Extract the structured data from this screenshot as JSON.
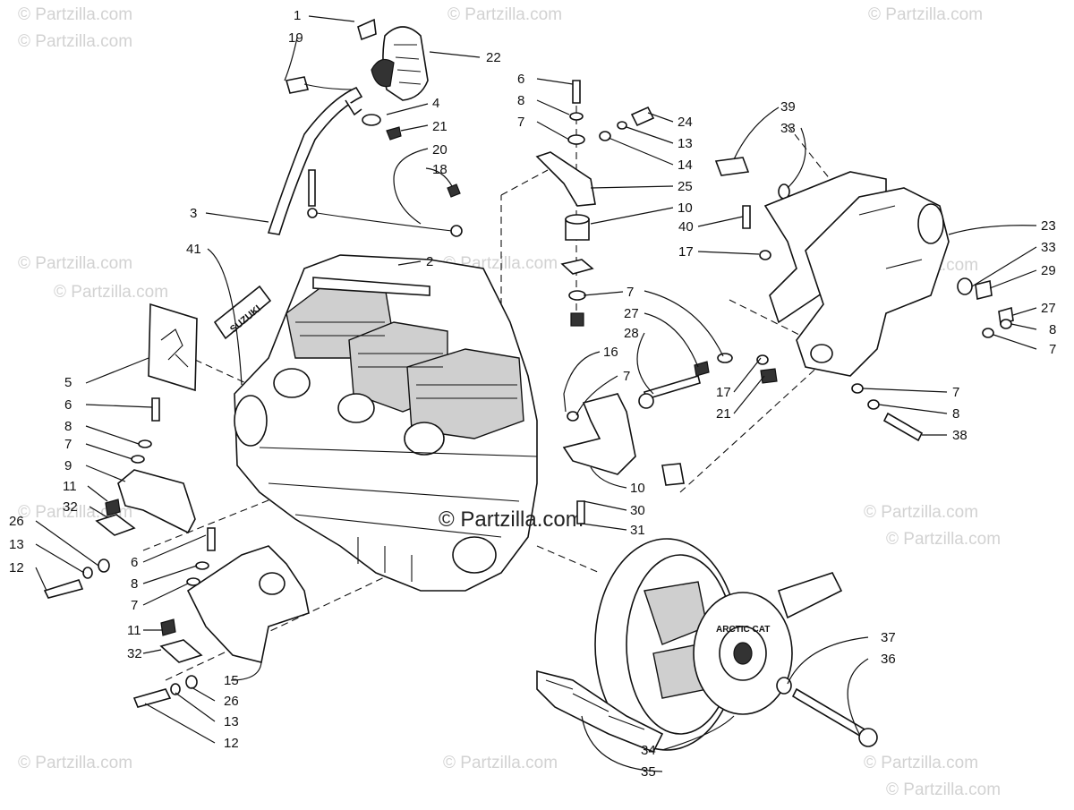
{
  "watermarks": {
    "tiled_text": "© Partzilla.com",
    "center_text": "© Partzilla.com"
  },
  "decals": {
    "brand_decal": "SUZUKI",
    "clutch_face": "ARCTIC CAT"
  },
  "callouts": [
    {
      "id": "c1",
      "label": "1"
    },
    {
      "id": "c19",
      "label": "19"
    },
    {
      "id": "c22",
      "label": "22"
    },
    {
      "id": "c4",
      "label": "4"
    },
    {
      "id": "c21a",
      "label": "21"
    },
    {
      "id": "c20",
      "label": "20"
    },
    {
      "id": "c18",
      "label": "18"
    },
    {
      "id": "c3",
      "label": "3"
    },
    {
      "id": "c41",
      "label": "41"
    },
    {
      "id": "c2",
      "label": "2"
    },
    {
      "id": "c5",
      "label": "5"
    },
    {
      "id": "c6a",
      "label": "6"
    },
    {
      "id": "c8a",
      "label": "8"
    },
    {
      "id": "c7a",
      "label": "7"
    },
    {
      "id": "c9",
      "label": "9"
    },
    {
      "id": "c11a",
      "label": "11"
    },
    {
      "id": "c32a",
      "label": "32"
    },
    {
      "id": "c26a",
      "label": "26"
    },
    {
      "id": "c13a",
      "label": "13"
    },
    {
      "id": "c12a",
      "label": "12"
    },
    {
      "id": "c6b",
      "label": "6"
    },
    {
      "id": "c8b",
      "label": "8"
    },
    {
      "id": "c7b",
      "label": "7"
    },
    {
      "id": "c11b",
      "label": "11"
    },
    {
      "id": "c32b",
      "label": "32"
    },
    {
      "id": "c15",
      "label": "15"
    },
    {
      "id": "c26b",
      "label": "26"
    },
    {
      "id": "c13b",
      "label": "13"
    },
    {
      "id": "c12b",
      "label": "12"
    },
    {
      "id": "c6c",
      "label": "6"
    },
    {
      "id": "c8c",
      "label": "8"
    },
    {
      "id": "c7c",
      "label": "7"
    },
    {
      "id": "c24",
      "label": "24"
    },
    {
      "id": "c13c",
      "label": "13"
    },
    {
      "id": "c14",
      "label": "14"
    },
    {
      "id": "c25",
      "label": "25"
    },
    {
      "id": "c10a",
      "label": "10"
    },
    {
      "id": "c7d",
      "label": "7"
    },
    {
      "id": "c16",
      "label": "16"
    },
    {
      "id": "c7e",
      "label": "7"
    },
    {
      "id": "c10b",
      "label": "10"
    },
    {
      "id": "c30",
      "label": "30"
    },
    {
      "id": "c31",
      "label": "31"
    },
    {
      "id": "c39",
      "label": "39"
    },
    {
      "id": "c33a",
      "label": "33"
    },
    {
      "id": "c40",
      "label": "40"
    },
    {
      "id": "c17a",
      "label": "17"
    },
    {
      "id": "c23",
      "label": "23"
    },
    {
      "id": "c33b",
      "label": "33"
    },
    {
      "id": "c29",
      "label": "29"
    },
    {
      "id": "c27a",
      "label": "27"
    },
    {
      "id": "c8d",
      "label": "8"
    },
    {
      "id": "c7f",
      "label": "7"
    },
    {
      "id": "c27b",
      "label": "27"
    },
    {
      "id": "c28",
      "label": "28"
    },
    {
      "id": "c17b",
      "label": "17"
    },
    {
      "id": "c21b",
      "label": "21"
    },
    {
      "id": "c7g",
      "label": "7"
    },
    {
      "id": "c8e",
      "label": "8"
    },
    {
      "id": "c38",
      "label": "38"
    },
    {
      "id": "c37",
      "label": "37"
    },
    {
      "id": "c36",
      "label": "36"
    },
    {
      "id": "c34",
      "label": "34"
    },
    {
      "id": "c35",
      "label": "35"
    }
  ]
}
